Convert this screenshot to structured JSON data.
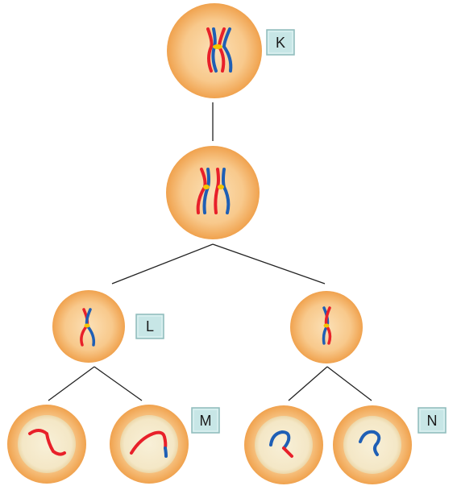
{
  "labels": {
    "k": "K",
    "l": "L",
    "m": "M",
    "n": "N"
  },
  "colors": {
    "cell_outer": "#f2a352",
    "cell_inner": "#f9d7a6",
    "nucleus": "#f7ecd0",
    "chromosome_red": "#e8202a",
    "chromosome_blue": "#1f5fb5",
    "centromere": "#f5c400",
    "label_fill": "#c7e6e6",
    "label_border": "#8fbcbc",
    "connector": "#222222"
  }
}
